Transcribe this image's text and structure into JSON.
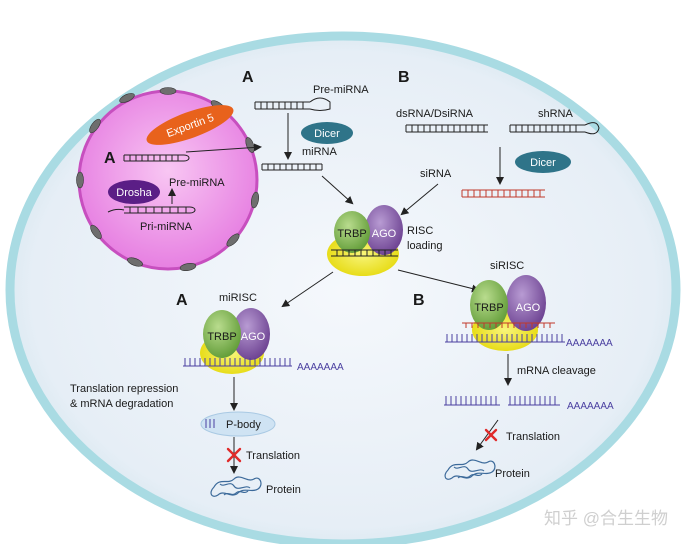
{
  "sections": {
    "a_nucleus": "A",
    "a_top": "A",
    "b_top": "B",
    "a_lower": "A",
    "b_lower": "B"
  },
  "labels": {
    "exportin": "Exportin 5",
    "pre_mirna_nucleus": "Pre-miRNA",
    "drosha": "Drosha",
    "pri_mirna": "Pri-miRNA",
    "pre_mirna_top": "Pre-miRNA",
    "dicer_a": "Dicer",
    "mirna": "miRNA",
    "dsrna": "dsRNA/DsiRNA",
    "shrna": "shRNA",
    "dicer_b": "Dicer",
    "sirna": "siRNA",
    "risc_loading": "RISC\nloading",
    "mirisc": "miRISC",
    "sirisc": "siRISC",
    "translation_repression": "Translation repression",
    "mrna_degradation": "& mRNA degradation",
    "pbody": "P-body",
    "translation_a": "Translation",
    "protein_a": "Protein",
    "mrna_cleavage": "mRNA cleavage",
    "translation_b": "Translation",
    "protein_b": "Protein",
    "polya_1": "AAAAAAA",
    "polya_2": "AAAAAAA",
    "polya_3": "AAAAAAA",
    "watermark": "知乎 @合生生物"
  },
  "proteins": {
    "trbp": "TRBP",
    "ago": "AGO"
  },
  "colors": {
    "cell_fill": "#eef4fb",
    "cell_border": "#9fd6df",
    "nucleus": "#ec8be9",
    "exportin": "#e8621c",
    "drosha": "#5b1e86",
    "dicer": "#2f7489",
    "trbp": "#7bb04a",
    "ago": "#7b4b9e",
    "ring": "#f2ea2a",
    "mrna": "#4a3fa0",
    "sirna": "#c0392b"
  }
}
